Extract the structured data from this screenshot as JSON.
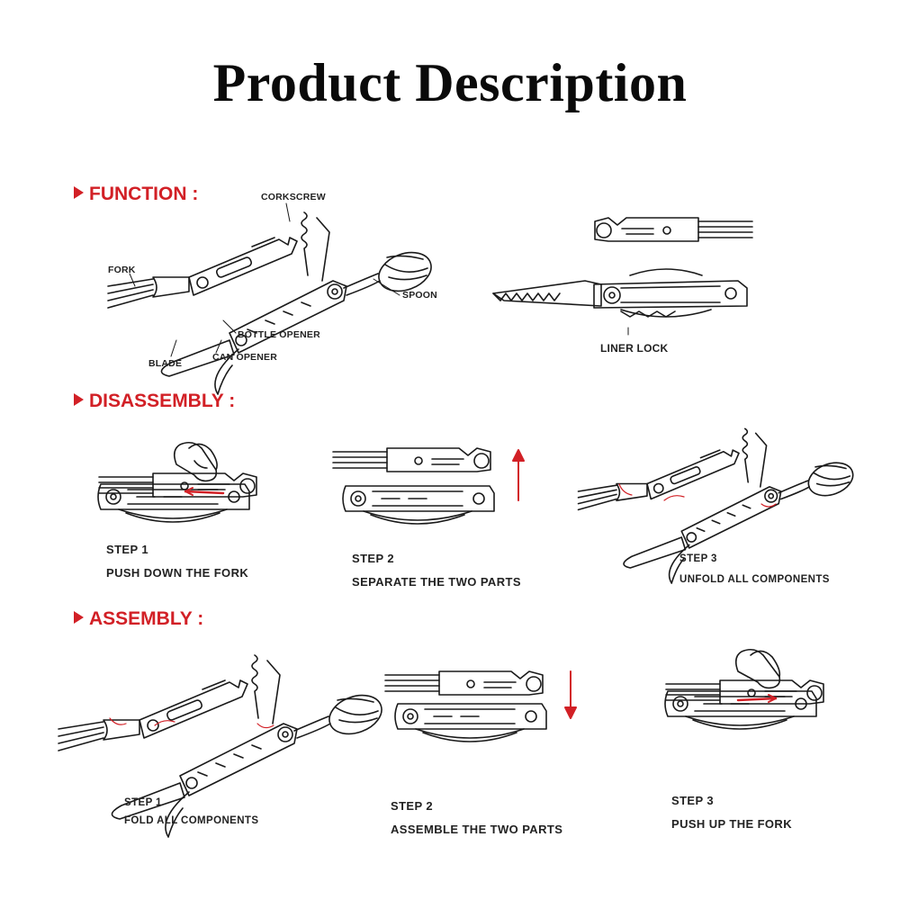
{
  "title": "Product Description",
  "sections": {
    "function": "FUNCTION :",
    "disassembly": "DISASSEMBLY :",
    "assembly": "ASSEMBLY :"
  },
  "function_labels": {
    "corkscrew": "CORKSCREW",
    "fork": "FORK",
    "spoon": "SPOON",
    "bottle_opener": "BOTTLE OPENER",
    "can_opener": "CAN OPENER",
    "blade": "BLADE",
    "liner_lock": "LINER LOCK"
  },
  "disassembly_steps": [
    {
      "number": "STEP 1",
      "text": "PUSH DOWN THE FORK"
    },
    {
      "number": "STEP 2",
      "text": "SEPARATE THE TWO PARTS"
    },
    {
      "number": "STEP 3",
      "text": "UNFOLD ALL COMPONENTS"
    }
  ],
  "assembly_steps": [
    {
      "number": "STEP 1",
      "text": "FOLD ALL COMPONENTS"
    },
    {
      "number": "STEP 2",
      "text": "ASSEMBLE THE TWO PARTS"
    },
    {
      "number": "STEP 3",
      "text": "PUSH UP THE FORK"
    }
  ],
  "colors": {
    "accent": "#d22026",
    "ink": "#1a1a1a",
    "background": "#ffffff"
  },
  "icons": [
    "section-arrow-icon",
    "unfolded-multitool-icon",
    "folded-multitool-icon",
    "finger-push-icon",
    "up-arrow-icon",
    "down-arrow-icon",
    "rotation-arrow-icon"
  ]
}
